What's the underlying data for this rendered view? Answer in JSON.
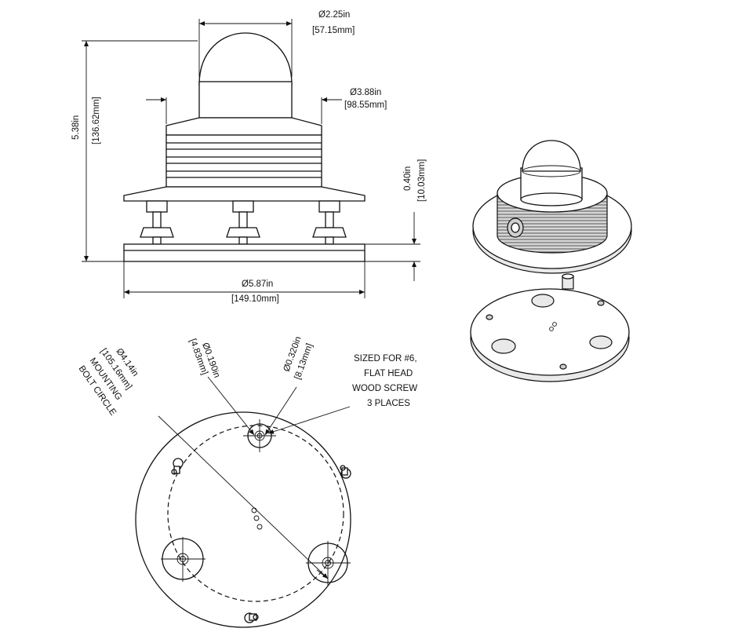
{
  "dimensions": {
    "dome_diameter": {
      "in": "Ø2.25in",
      "mm": "[57.15mm]"
    },
    "collar_diameter": {
      "in": "Ø3.88in",
      "mm": "[98.55mm]"
    },
    "total_height": {
      "in": "5.38in",
      "mm": "[136.62mm]"
    },
    "plate_thickness": {
      "in": "0.40in",
      "mm": "[10.03mm]"
    },
    "base_diameter": {
      "in": "Ø5.87in",
      "mm": "[149.10mm]"
    },
    "inner_hole": {
      "in": "Ø0.190in",
      "mm": "[4.83mm]"
    },
    "outer_hole": {
      "in": "Ø0.320in",
      "mm": "[8.13mm]"
    },
    "bolt_circle": {
      "in": "Ø4.14in",
      "mm": "[105.16mm]",
      "line1": "MOUNTING",
      "line2": "BOLT CIRCLE"
    }
  },
  "notes": {
    "screw_line1": "SIZED FOR #6,",
    "screw_line2": "FLAT HEAD",
    "screw_line3": "WOOD SCREW",
    "screw_line4": "3 PLACES"
  }
}
